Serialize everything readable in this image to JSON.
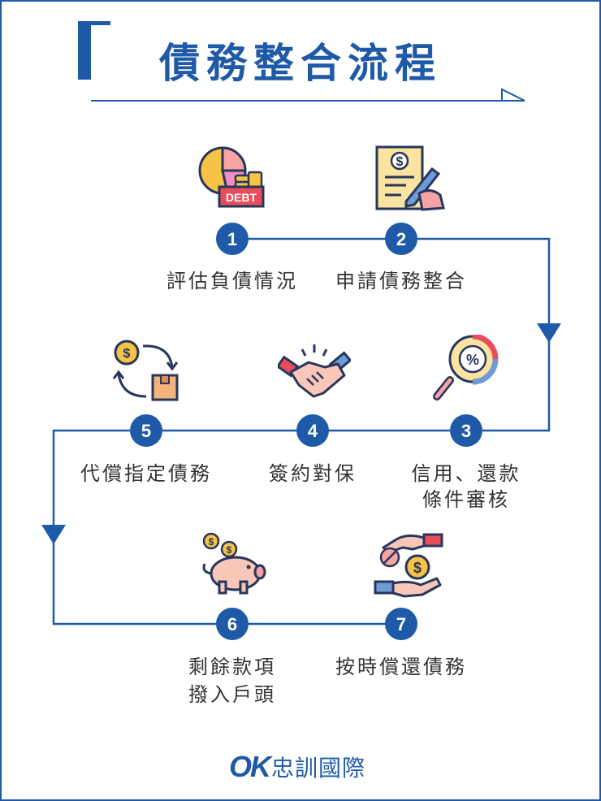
{
  "header": {
    "title": "債務整合流程"
  },
  "steps": [
    {
      "num": "1",
      "label": "評估負債情況",
      "icon": "debt-chart-icon"
    },
    {
      "num": "2",
      "label": "申請債務整合",
      "icon": "signing-document-icon"
    },
    {
      "num": "3",
      "label_line1": "信用、還款",
      "label_line2": "條件審核",
      "icon": "magnifier-percent-icon"
    },
    {
      "num": "4",
      "label": "簽約對保",
      "icon": "handshake-icon"
    },
    {
      "num": "5",
      "label": "代償指定債務",
      "icon": "money-exchange-icon"
    },
    {
      "num": "6",
      "label_line1": "剩餘款項",
      "label_line2": "撥入戶頭",
      "icon": "piggy-bank-icon"
    },
    {
      "num": "7",
      "label": "按時償還債務",
      "icon": "hand-coin-icon"
    }
  ],
  "icon_text": {
    "debt": "DEBT",
    "dollar": "$",
    "percent": "%"
  },
  "footer": {
    "logo_mark": "OK",
    "brand": "忠訓國際"
  },
  "colors": {
    "primary": "#1e5aa8",
    "text": "#333333",
    "pink": "#f5a3a3",
    "yellow": "#f6c344",
    "navy": "#27365c"
  }
}
